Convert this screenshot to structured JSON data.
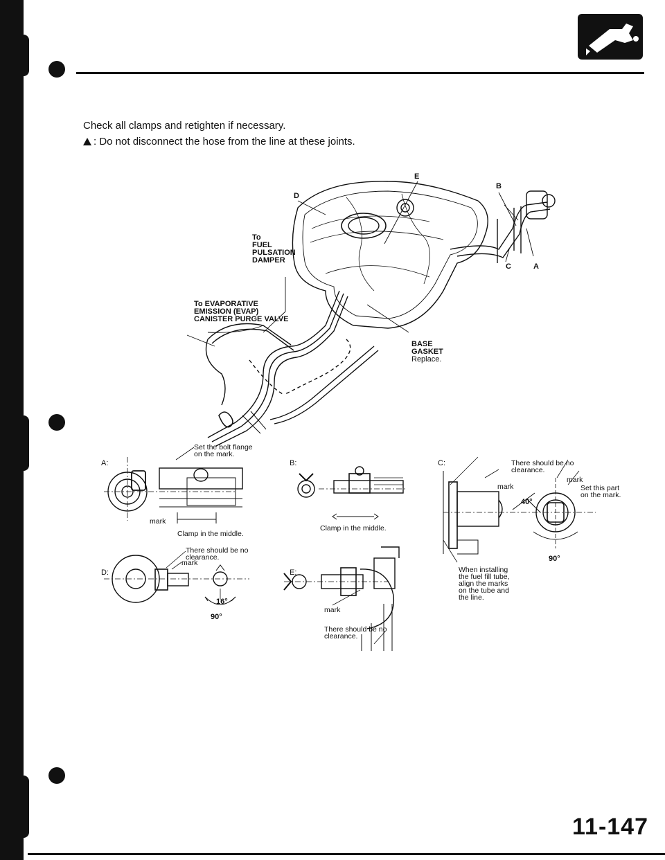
{
  "intro": {
    "line1": "Check all clamps and retighten if necessary.",
    "line2": ": Do not disconnect the hose from the line at these joints."
  },
  "main_diagram": {
    "callout_e": "E",
    "callout_d": "D",
    "callout_b": "B",
    "callout_c": "C",
    "callout_a": "A",
    "to_fuel_pulsation_damper": "To\nFUEL\nPULSATION\nDAMPER",
    "to_evap_valve": "To EVAPORATIVE\nEMISSION (EVAP)\nCANISTER PURGE VALVE",
    "base_gasket": "BASE\nGASKET",
    "base_gasket_note": "Replace."
  },
  "detail_a": {
    "letter": "A:",
    "note_flange": "Set the bolt flange\non the mark.",
    "mark": "mark",
    "clamp": "Clamp in the middle."
  },
  "detail_b": {
    "letter": "B:",
    "clamp": "Clamp in the middle."
  },
  "detail_c": {
    "letter": "C:",
    "clearance": "There should be no\nclearance.",
    "mark_left": "mark",
    "mark_right": "mark",
    "set_part": "Set this part\non the mark.",
    "angle_40": "40°",
    "angle_90": "90°",
    "installing_note": "When installing\nthe fuel fill tube,\nalign the marks\non the tube and\nthe line."
  },
  "detail_d": {
    "letter": "D:",
    "clearance": "There should be no\nclearance.",
    "mark": "mark",
    "angle_16": "16°",
    "angle_90": "90°"
  },
  "detail_e": {
    "letter": "E:",
    "mark": "mark",
    "clearance": "There should be no\nclearance."
  },
  "page_number": "11-147"
}
